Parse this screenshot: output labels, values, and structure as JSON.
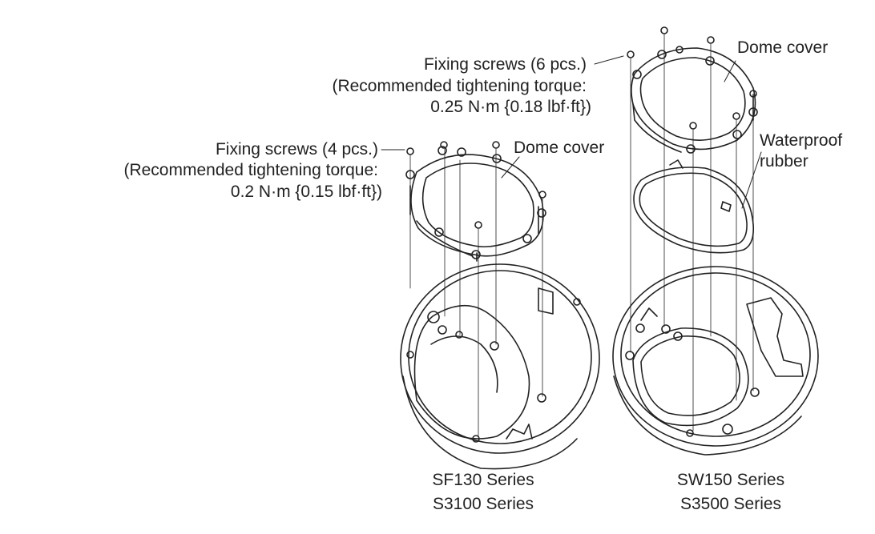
{
  "left_model": {
    "screws_label": "Fixing screws (4 pcs.)",
    "torque_line1": "(Recommended tightening torque:",
    "torque_line2": "0.2 N·m {0.15 lbf·ft})",
    "dome_label": "Dome cover",
    "series_1": "SF130 Series",
    "series_2": "S3100 Series"
  },
  "right_model": {
    "screws_label": "Fixing screws (6 pcs.)",
    "torque_line1": "(Recommended tightening torque:",
    "torque_line2": "0.25 N·m {0.18 lbf·ft})",
    "dome_label": "Dome cover",
    "rubber_line1": "Waterproof",
    "rubber_line2": "rubber",
    "series_1": "SW150 Series",
    "series_2": "S3500 Series"
  }
}
